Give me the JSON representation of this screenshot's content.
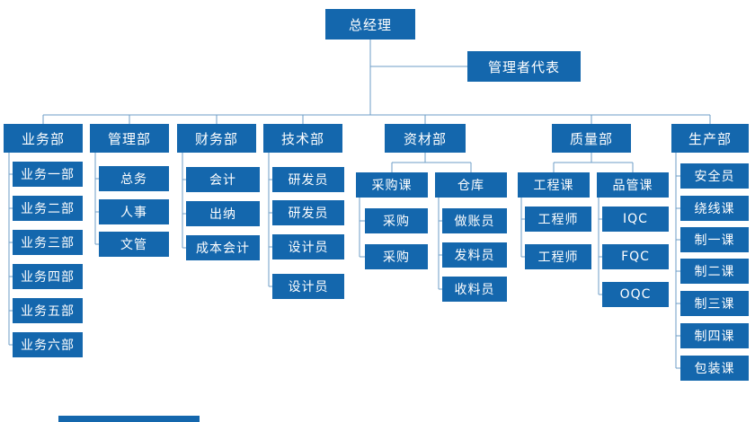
{
  "colors": {
    "node_fill": "#1467ad",
    "node_text": "#ffffff",
    "connector_line": "#6e9ec7"
  },
  "org": {
    "root": "总经理",
    "representative": "管理者代表",
    "departments": {
      "business": {
        "label": "业务部",
        "children": [
          "业务一部",
          "业务二部",
          "业务三部",
          "业务四部",
          "业务五部",
          "业务六部"
        ]
      },
      "admin": {
        "label": "管理部",
        "children": [
          "总务",
          "人事",
          "文管"
        ]
      },
      "finance": {
        "label": "财务部",
        "children": [
          "会计",
          "出纳",
          "成本会计"
        ]
      },
      "tech": {
        "label": "技术部",
        "children": [
          "研发员",
          "研发员",
          "设计员",
          "设计员"
        ]
      },
      "materials": {
        "label": "资材部",
        "sections": {
          "purchasing": {
            "label": "采购课",
            "children": [
              "采购",
              "采购"
            ]
          },
          "warehouse": {
            "label": "仓库",
            "children": [
              "做账员",
              "发料员",
              "收料员"
            ]
          }
        }
      },
      "quality": {
        "label": "质量部",
        "sections": {
          "engineering": {
            "label": "工程课",
            "children": [
              "工程师",
              "工程师"
            ]
          },
          "qc": {
            "label": "品管课",
            "children": [
              "IQC",
              "FQC",
              "OQC"
            ]
          }
        }
      },
      "production": {
        "label": "生产部",
        "children": [
          "安全员",
          "绕线课",
          "制一课",
          "制二课",
          "制三课",
          "制四课",
          "包装课"
        ]
      }
    }
  }
}
